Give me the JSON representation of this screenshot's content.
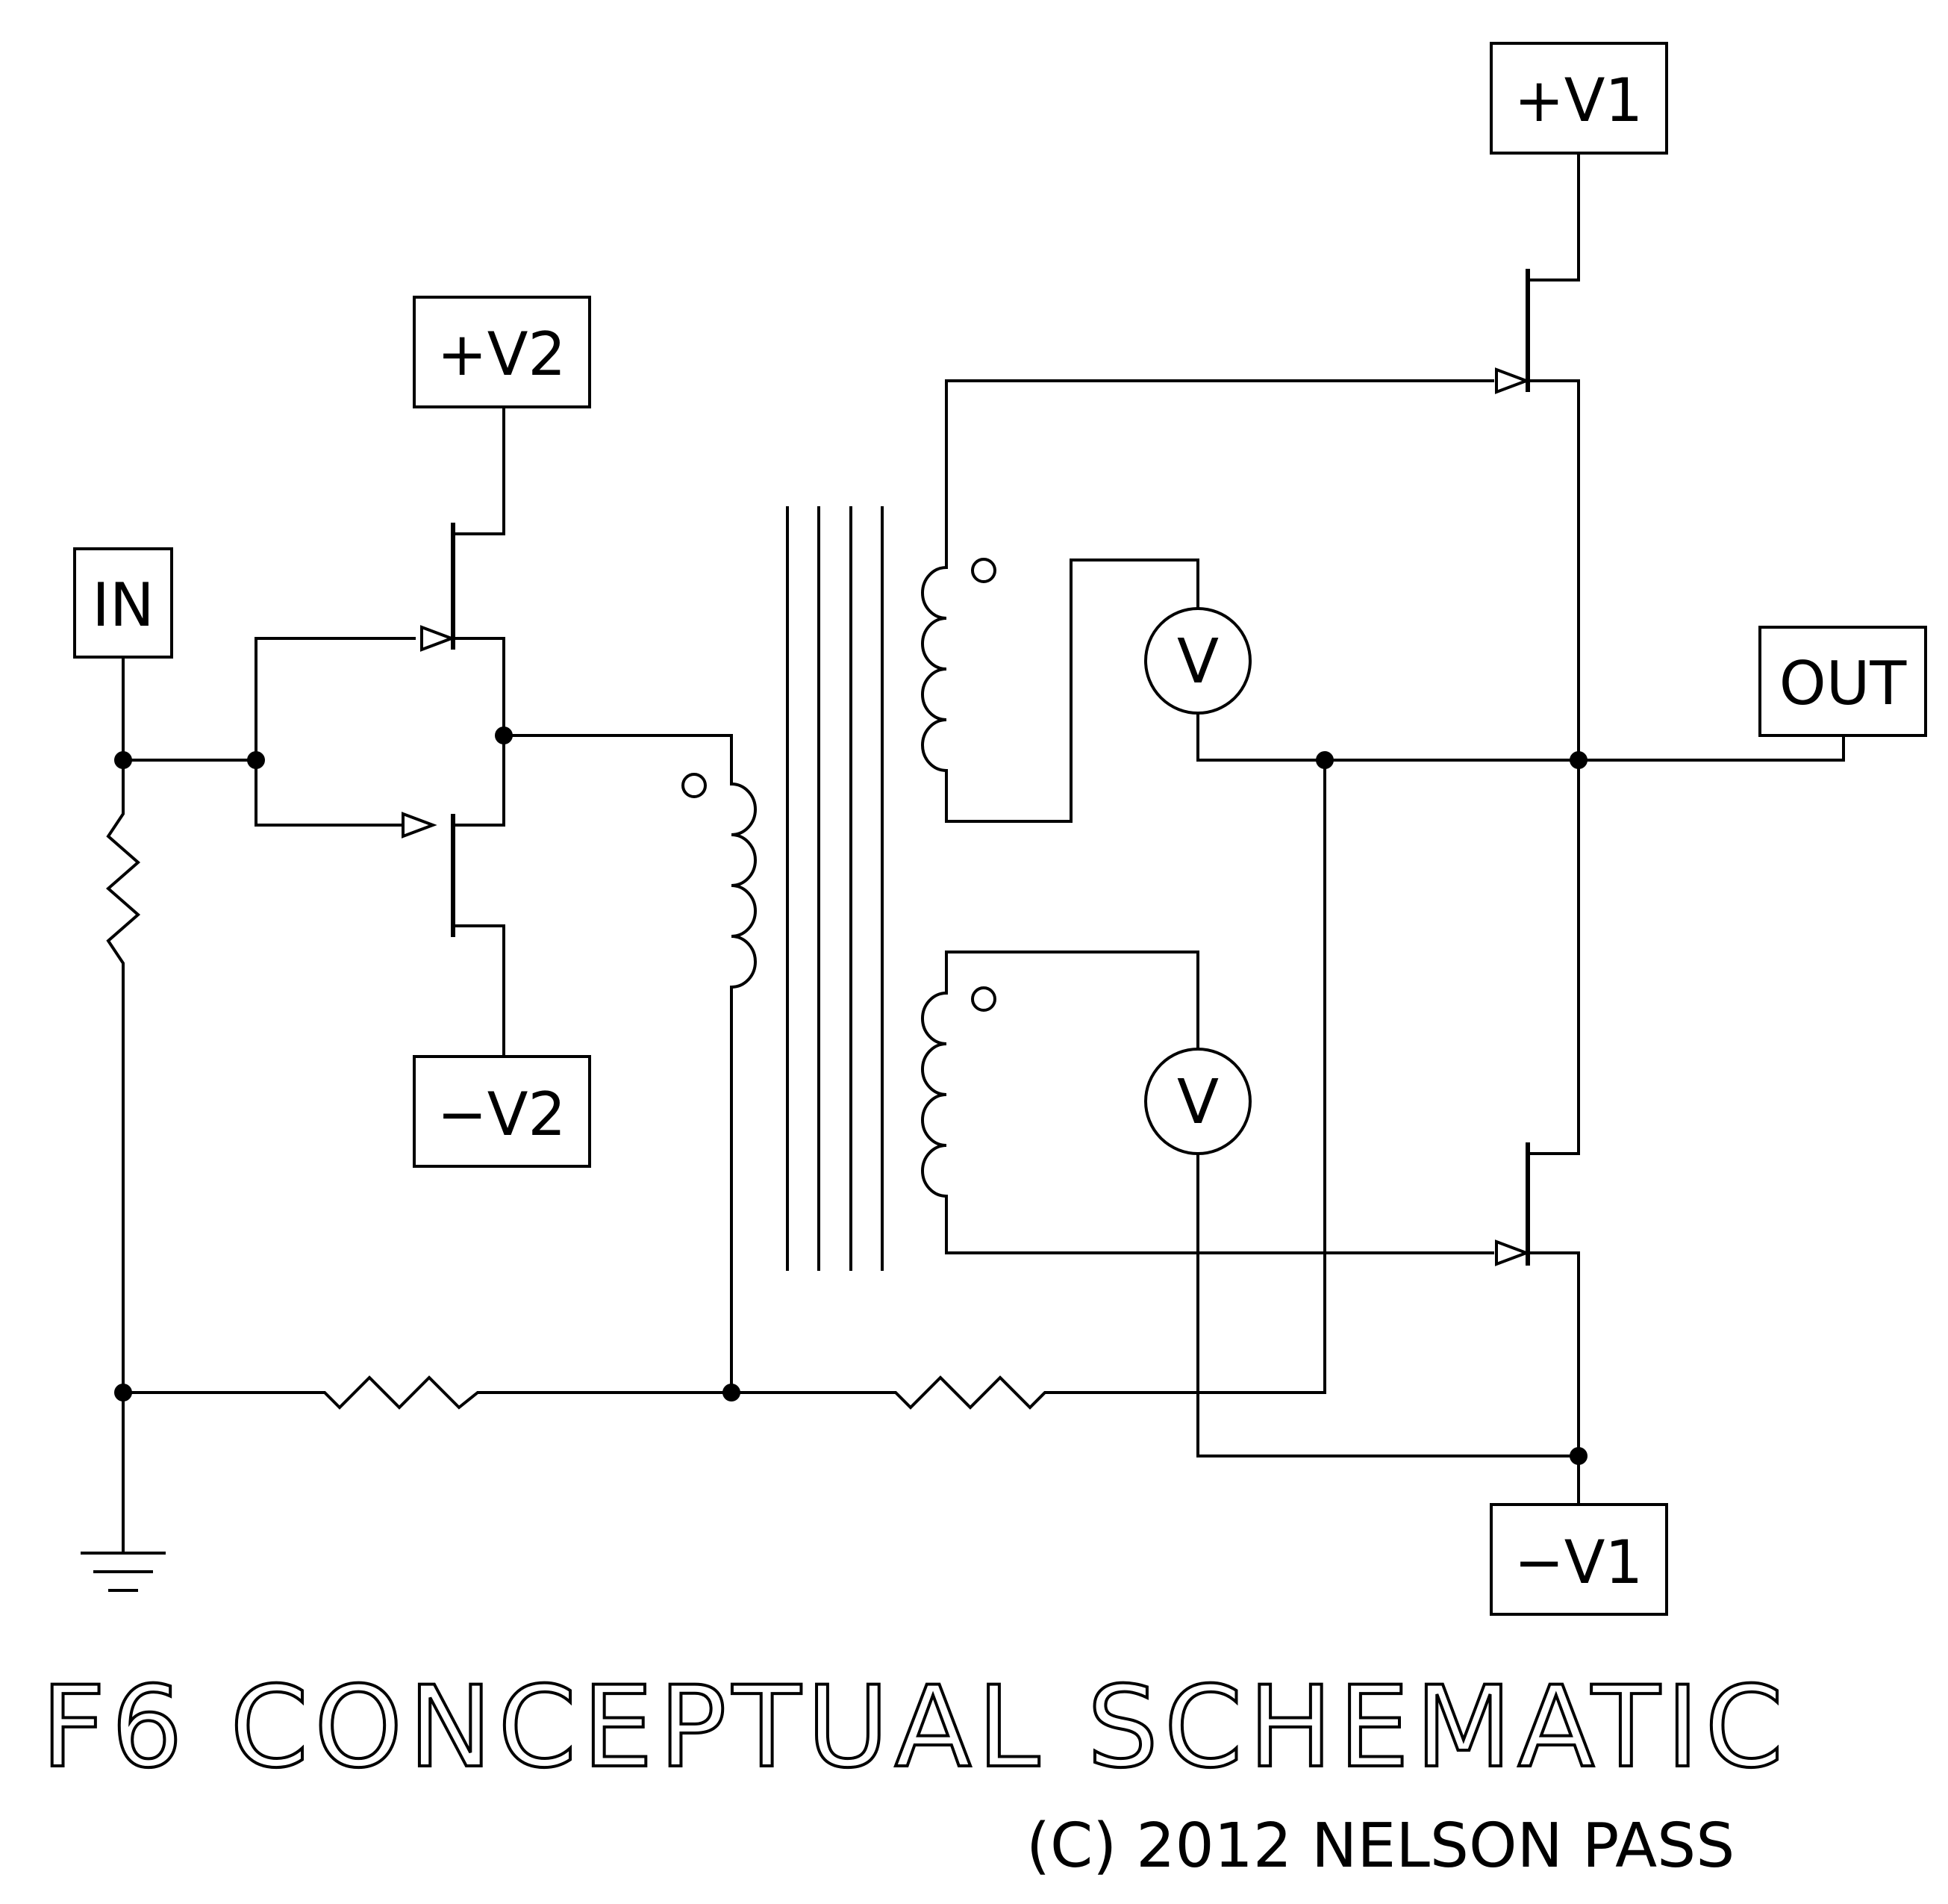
{
  "title": "F6 CONCEPTUAL SCHEMATIC",
  "copyright": "(C) 2012 NELSON PASS",
  "labels": {
    "input": "IN",
    "output": "OUT",
    "pos_v1": "+V1",
    "neg_v1": "−V1",
    "pos_v2": "+V2",
    "neg_v2": "−V2"
  },
  "meters": {
    "upper": "V",
    "lower": "V"
  }
}
